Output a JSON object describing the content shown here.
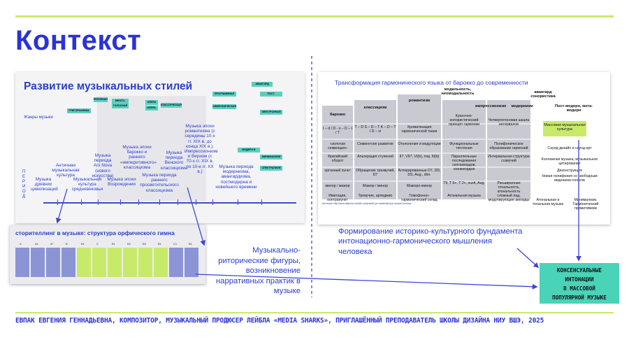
{
  "slide": {
    "title": "Контекст",
    "footer": "ЕВПАК ЕВГЕНИЯ ГЕННАДЬЕВНА, КОМПОЗИТОР, МУЗЫКАЛЬНЫЙ ПРОДЮСЕР ЛЕЙБЛА «MEDIA SHARKS», ПРИГЛАШЁННЫЙ ПРЕПОДАВАТЕЛЬ ШКОЛЫ ДИЗАЙНА НИУ ВШЭ, 2025"
  },
  "left_panel": {
    "title": "Развитие музыкальных стилей",
    "genres_label": "Жанры музыки",
    "periods_label": "П Е Р И О Д",
    "epochs": [
      "Музыка древних цивилизаций",
      "Античная музыкальная культура",
      "Музыкальная культура средневековья",
      "Музыка периода Ars Nova (нового искусства)",
      "Музыка эпохи Возрождения",
      "Музыка эпохи барокко и раннего «империтивного» классицизма",
      "Музыка периода раннего просветительского классицизма",
      "Музыка периода Венского классицизма",
      "Музыка эпохи романтизма (с середины 10-х гг. XIX в. до конца XIX в.). Импрессионизм и Веризм (с 70-х гг. XIX в. по 10-е гг. XX в.)",
      "Музыка периода модернизма, авангардизма, постмодерна и новейшего времени"
    ],
    "genre_cells": [
      "ГРИГОРИАНИКА",
      "РЕПЛИКАНЫ РИТМ",
      "МНОГО-ГОЛОСНАЯ ПОЛИФОНИЯ",
      "ОПЕРА ИЗ ДРАМ",
      "ОПЕРА-БУФФ",
      "КЛАССИЧЕСКАЯ СИМФОНИЯ",
      "ПРОГРАММНАЯ СИМФОНИЯ",
      "СИМФОНИЧЕСКАЯ ПОЭМА",
      "МОДЕРН В УРБАНИЗМЕ",
      "АВАНГАРД",
      "ЭЛЕКТРОННАЯ МУЗЫКА",
      "ПОСТ-МИНИМАЛИЗМ",
      "МИНИМАЛИЗМ",
      "СПЕКТРАЛИЗМ"
    ]
  },
  "orphic_panel": {
    "title": "сторителлинг в музыке: структура орфического гимна",
    "columns": [
      "A",
      "A1",
      "A²",
      "B",
      "B1",
      "C",
      "B1",
      "B2",
      "B3",
      "B1",
      "C1",
      "B1"
    ]
  },
  "notes": {
    "left": "Музыкально-риторические фигуры, возникновение нарративных практик в музыке",
    "right": "Формирование историко-культурного фундамента интонационно-гармонического мышления человека"
  },
  "right_panel": {
    "title": "Трансформация гармонического языка от барокко до современности",
    "headers": [
      "барокко",
      "классицизм",
      "романтизм",
      "модальность, неомодальность",
      "импрессионизм",
      "модернизм",
      "авангард сонористика",
      "Пост-модерн, мета-модерн"
    ],
    "rows": [
      [
        "t – d / D - s – D – t / T",
        "T – D S – D – T K – D – T / D – vi",
        "Хроматизация гармонической ткани",
        "Красочно-колористический принцип гармонии",
        "Четвертитоновая шкала интервалов"
      ],
      [
        "«золотая секвенция»",
        "Секвентное развитие",
        "Отклонения и модуляции",
        "Функциональные тяготения",
        "Полифоническое образование гармоний"
      ],
      [
        "Фригийский оборот",
        "Альтерация ступеней",
        "II7, VII7, VI(b), maj. III(b)",
        "Параллельные последования септаккордов, нонаккордов",
        "Интервальная структура созвучий"
      ],
      [
        "органный пункт",
        "Обращение трезвучий, D7",
        "Алтерированные D7, DD, DS, Aug., dim.",
        "",
        ""
      ],
      [
        "минор / мажор",
        "Мажор / минор",
        "Мажоро-минор",
        "T9, T 6+, T 2+, sus4, Aug.",
        "Расширенная тональность, атональность"
      ],
      [
        "Имитация, контрапункт",
        "Тревучие, арпеджио",
        "Гомофонно-гармонический склад",
        "Атональная музыка",
        "сложный лад, модулирующие аккорды"
      ]
    ],
    "massculture": "Массовая музыкальная культура",
    "extras": [
      "Саунд-дизайн и саунд-арт",
      "Коллажная музыка, музыкальное цитирование",
      "Деконструкция",
      "Новая полифония со свободным ведением голосов",
      "Атональная и тональная музыка",
      "Минимализм. Гармонический примитивизм"
    ],
    "source": "Источник: http://www.lafamira.ru/index.php/rasdel-po-razdel/istoriya-muzyki-i-kultury/"
  },
  "consensus": {
    "lines": [
      "КОНСЕНСУАЛЬНЫЕ",
      "ИНТОНАЦИИ",
      "В МАССОВОЙ",
      "ПОПУЛЯРНОЙ МУЗЫКЕ"
    ]
  },
  "colors": {
    "accent": "#2a33d6",
    "lime": "#c8ea6a",
    "teal": "#49d3b9"
  }
}
